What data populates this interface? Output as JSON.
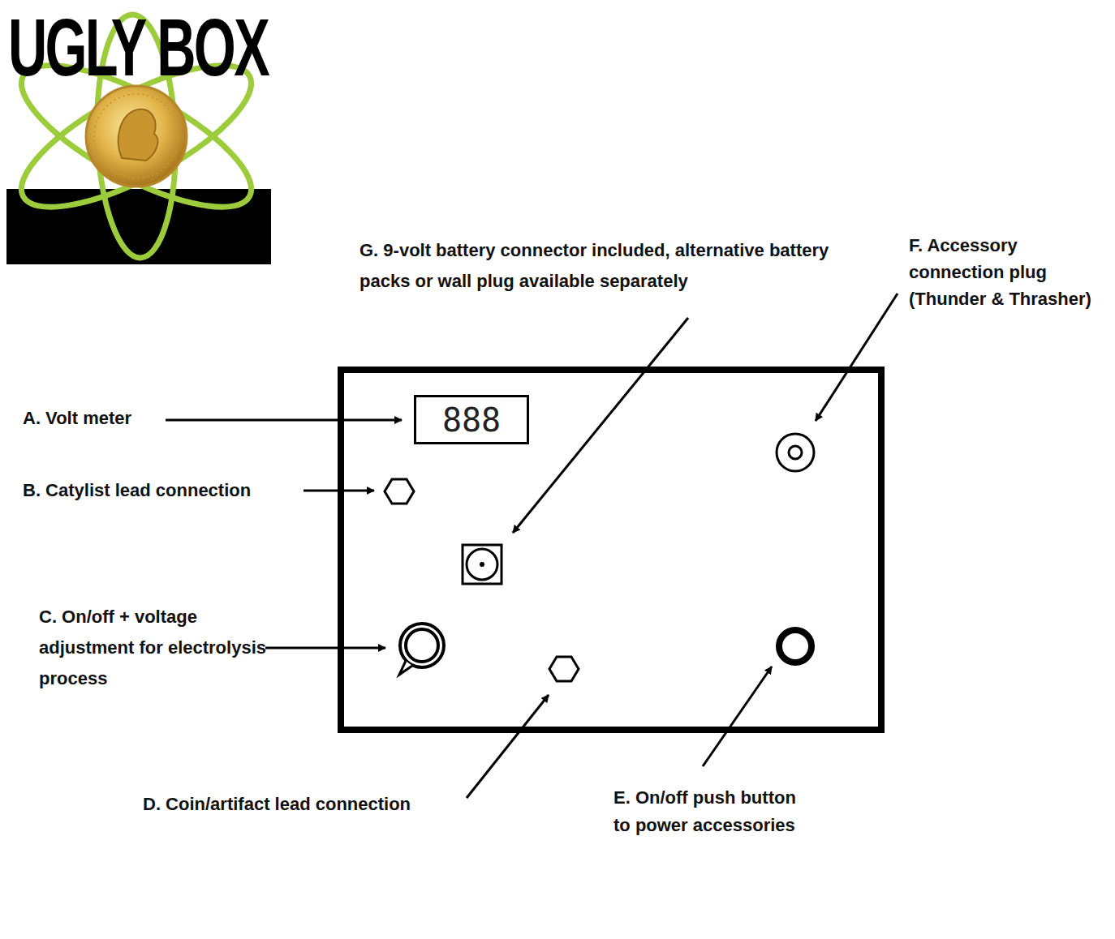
{
  "diagram": {
    "title": "UGLY BOX",
    "nodes": [
      {
        "text": [
          "888"
        ]
      }
    ],
    "labels": [
      "A. Volt meter",
      "B. Catylist lead connection",
      "C. On/off + voltage adjustment for electrolysis process",
      "D. Coin/artifact lead connection",
      "E. On/off push button to power accessories",
      "F. Accessory connection plug (Thunder & Thrasher)",
      "G. 9-volt battery connector included, alternative battery packs or wall plug available separately"
    ]
  }
}
